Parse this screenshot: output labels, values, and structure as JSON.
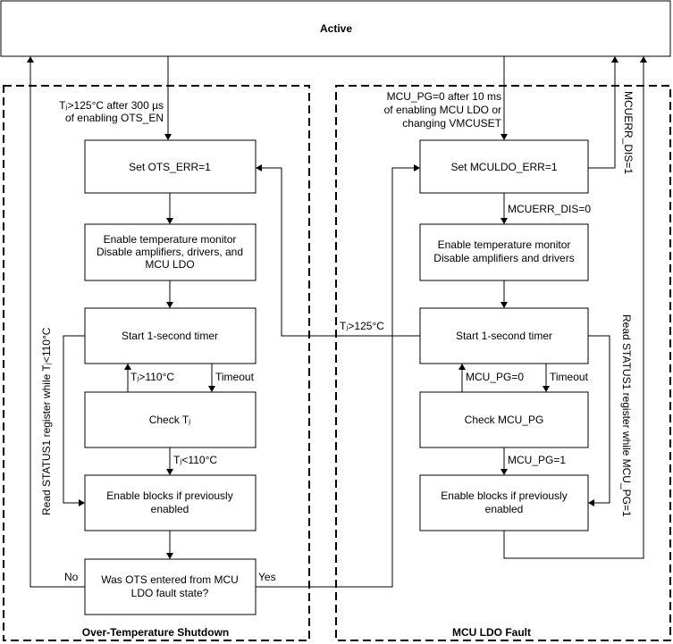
{
  "active": "Active",
  "ots": {
    "region_label": "Over-Temperature Shutdown",
    "entry_condition": [
      "Tⱼ>125°C after 300 µs",
      "of enabling OTS_EN"
    ],
    "set_err": "Set OTS_ERR=1",
    "enable_monitor": [
      "Enable temperature monitor",
      "Disable amplifiers, drivers, and",
      "MCU LDO"
    ],
    "start_timer": "Start 1-second timer",
    "retry_condition": "Tⱼ>110°C",
    "timeout": "Timeout",
    "check": "Check Tⱼ",
    "pass_condition": "Tⱼ<110°C",
    "enable_blocks": [
      "Enable blocks if previously",
      "enabled"
    ],
    "decision": [
      "Was OTS entered from MCU",
      "LDO fault state?"
    ],
    "no": "No",
    "yes": "Yes",
    "side_path": "Read STATUS1 register while Tⱼ<110°C"
  },
  "mcu": {
    "region_label": "MCU LDO Fault",
    "entry_condition": [
      "MCU_PG=0 after 10 ms",
      "of enabling MCU LDO or",
      "changing VMCUSET"
    ],
    "set_err": "Set MCULDO_ERR=1",
    "err_dis_1": "MCUERR_DIS=1",
    "err_dis_0": "MCUERR_DIS=0",
    "enable_monitor": [
      "Enable temperature monitor",
      "Disable amplifiers and drivers"
    ],
    "start_timer": "Start 1-second timer",
    "retry_condition": "MCU_PG=0",
    "timeout": "Timeout",
    "check": "Check MCU_PG",
    "pass_condition": "MCU_PG=1",
    "enable_blocks": [
      "Enable blocks if previously",
      "enabled"
    ],
    "side_path": "Read STATUS1 register while MCU_PG=1"
  },
  "cross_condition": "Tⱼ>125°C"
}
